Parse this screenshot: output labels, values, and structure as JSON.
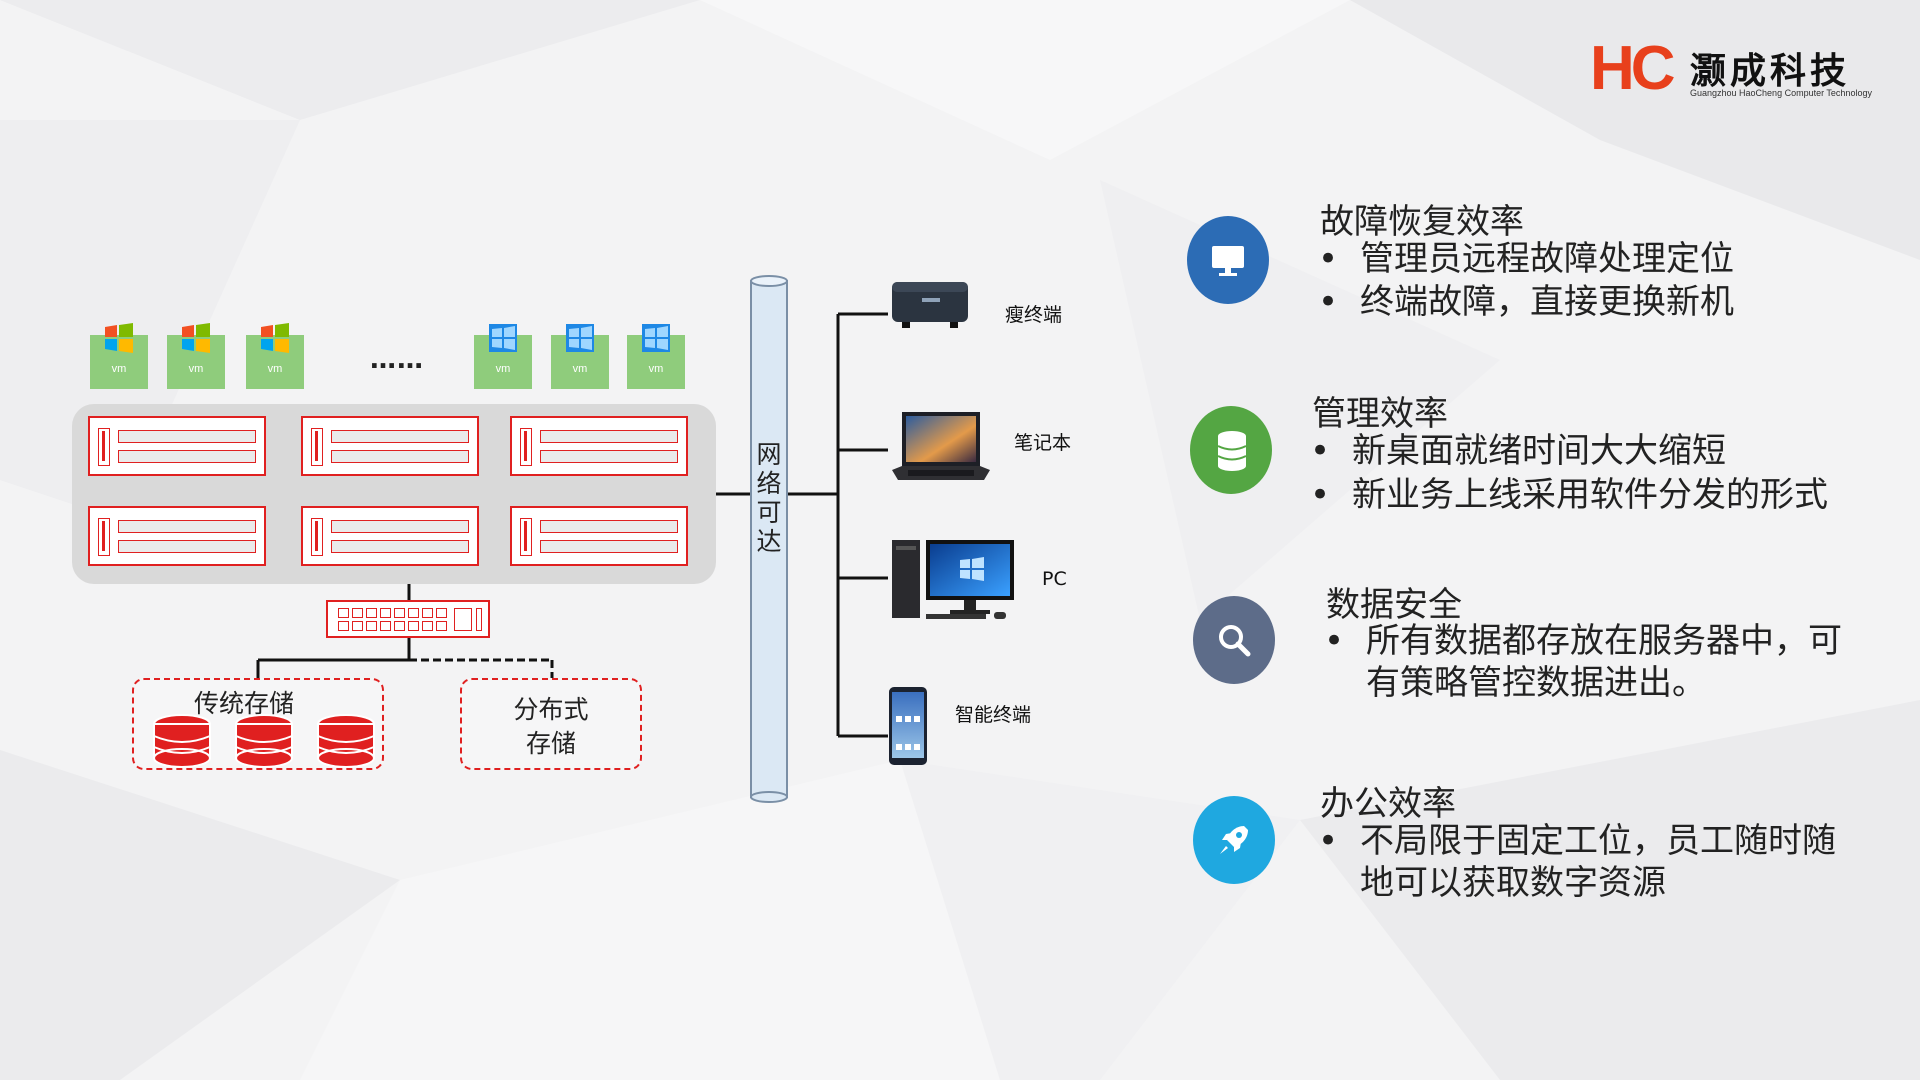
{
  "logo": {
    "mark": "HC",
    "name_cn": "灏成科技",
    "name_en": "Guangzhou HaoCheng Computer Technology"
  },
  "diagram": {
    "vm_label": "vm",
    "vm_ellipsis": "……",
    "network_label": "网络可达",
    "storage_traditional": "传统存储",
    "storage_distributed_line1": "分布式",
    "storage_distributed_line2": "存储",
    "devices": [
      {
        "label": "瘦终端"
      },
      {
        "label": "笔记本"
      },
      {
        "label": "PC"
      },
      {
        "label": "智能终端"
      }
    ]
  },
  "benefits": [
    {
      "title": "故障恢复效率",
      "icon": "monitor-icon",
      "color": "#2c6cb5",
      "bullets": [
        "管理员远程故障处理定位",
        "终端故障，直接更换新机"
      ]
    },
    {
      "title": "管理效率",
      "icon": "database-icon",
      "color": "#54a643",
      "bullets": [
        "新桌面就绪时间大大缩短",
        "新业务上线采用软件分发的形式"
      ]
    },
    {
      "title": "数据安全",
      "icon": "search-icon",
      "color": "#5d6c89",
      "bullets": [
        "所有数据都存放在服务器中，可",
        "有策略管控数据进出。"
      ]
    },
    {
      "title": "办公效率",
      "icon": "rocket-icon",
      "color": "#1fa8e0",
      "bullets": [
        "不局限于固定工位，员工随时随",
        "地可以获取数字资源"
      ]
    }
  ],
  "colors": {
    "accent_red": "#e02020",
    "logo_orange": "#e8401c"
  }
}
